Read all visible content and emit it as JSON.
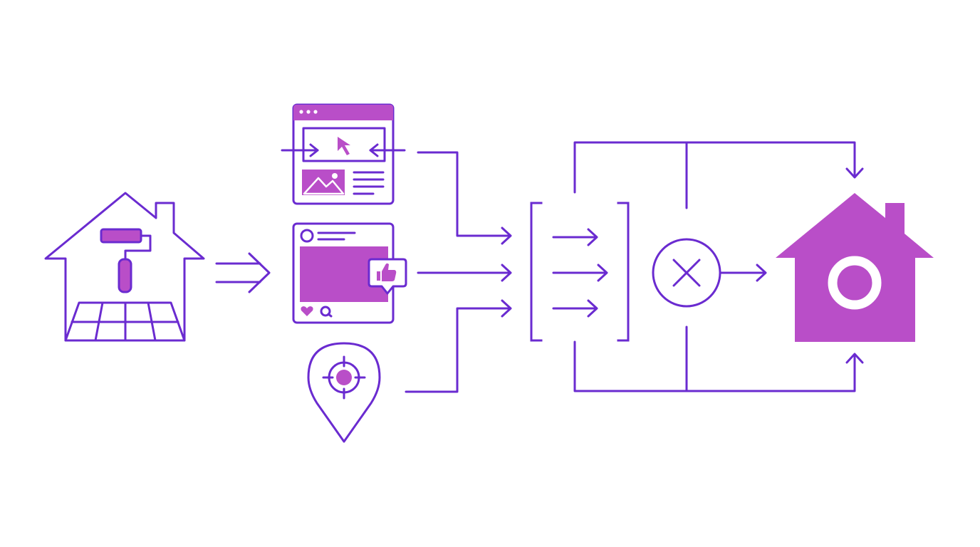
{
  "colors": {
    "stroke": "#6a2bd0",
    "fill": "#b94ec8",
    "background": "#ffffff"
  },
  "diagram": {
    "nodes": [
      {
        "id": "renovated-home",
        "icon": "house-paint-roller-icon"
      },
      {
        "id": "website",
        "icon": "browser-window-icon"
      },
      {
        "id": "social-post",
        "icon": "social-media-post-icon"
      },
      {
        "id": "local-target",
        "icon": "location-target-pin-icon"
      },
      {
        "id": "funnel",
        "icon": "bracket-funnel-icon"
      },
      {
        "id": "combine",
        "icon": "circle-x-icon"
      },
      {
        "id": "result-home",
        "icon": "filled-house-icon"
      }
    ],
    "edges": [
      {
        "from": "renovated-home",
        "to": "channels"
      },
      {
        "from": "website",
        "to": "funnel"
      },
      {
        "from": "social-post",
        "to": "funnel"
      },
      {
        "from": "local-target",
        "to": "funnel"
      },
      {
        "from": "funnel",
        "to": "combine"
      },
      {
        "from": "combine",
        "to": "result-home"
      },
      {
        "from": "funnel",
        "to": "result-home",
        "route": "top-loop"
      },
      {
        "from": "funnel",
        "to": "result-home",
        "route": "bottom-loop"
      }
    ]
  }
}
